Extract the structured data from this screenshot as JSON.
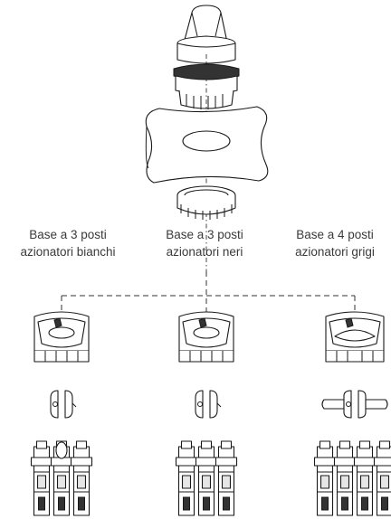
{
  "labels": {
    "base_white": {
      "line1": "Base a 3 posti",
      "line2": "azionatori bianchi"
    },
    "base_black": {
      "line1": "Base a 3 posti",
      "line2": "azionatori neri"
    },
    "base_grey": {
      "line1": "Base a 4 posti",
      "line2": "azionatori grigi"
    }
  }
}
